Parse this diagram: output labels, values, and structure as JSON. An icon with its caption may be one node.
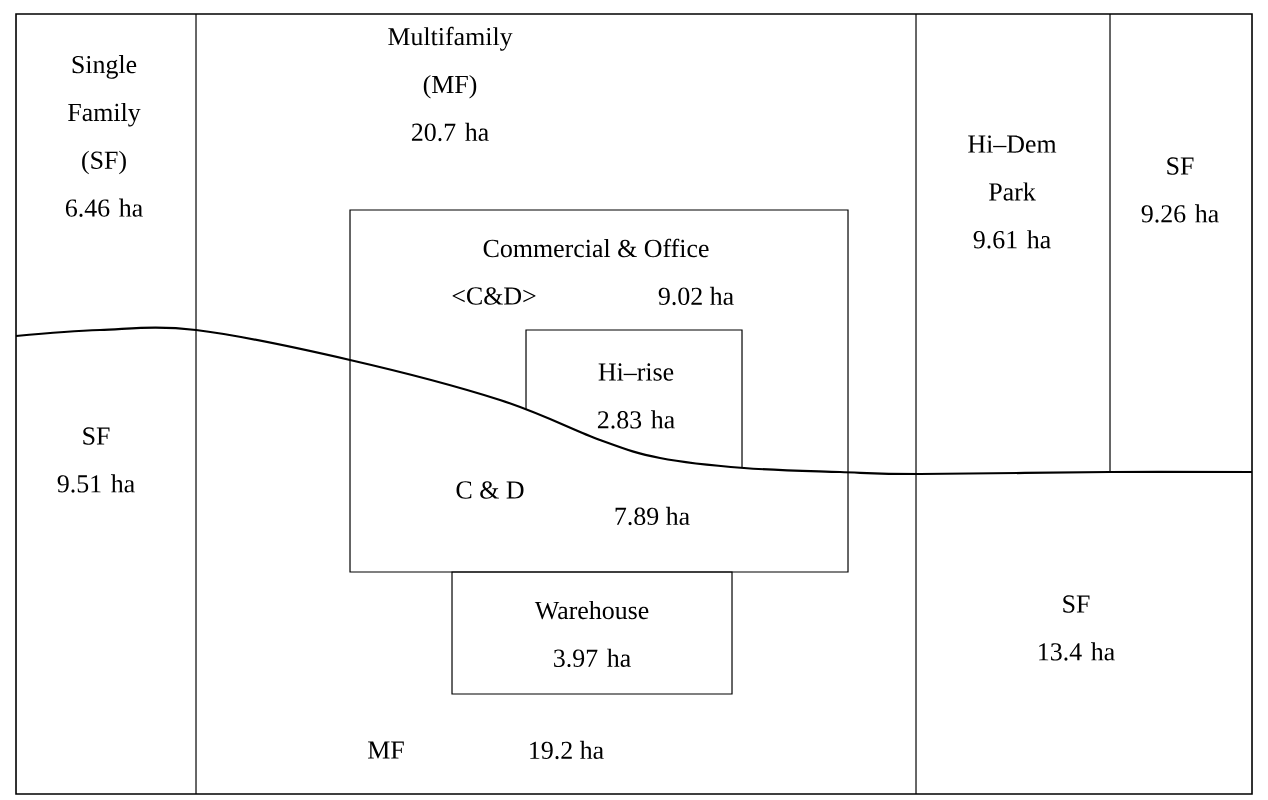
{
  "diagram": {
    "nodes": [
      {
        "text": [
          "Commercial & Office",
          "<C&D>",
          "9.02 ha",
          "C & D",
          "7.89 ha"
        ]
      },
      {
        "text": [
          "Hi–rise 2.83 ha"
        ],
        "in": 0
      },
      {
        "text": [
          "Warehouse 3.97 ha"
        ]
      }
    ],
    "labels": [
      "Single Family (SF) 6.46 ha",
      "Multifamily (MF) 20.7 ha",
      "Hi–Dem Park 9.61 ha",
      "SF 9.26 ha",
      "SF 9.51 ha",
      "SF 13.4 ha",
      "MF",
      "19.2 ha"
    ]
  }
}
